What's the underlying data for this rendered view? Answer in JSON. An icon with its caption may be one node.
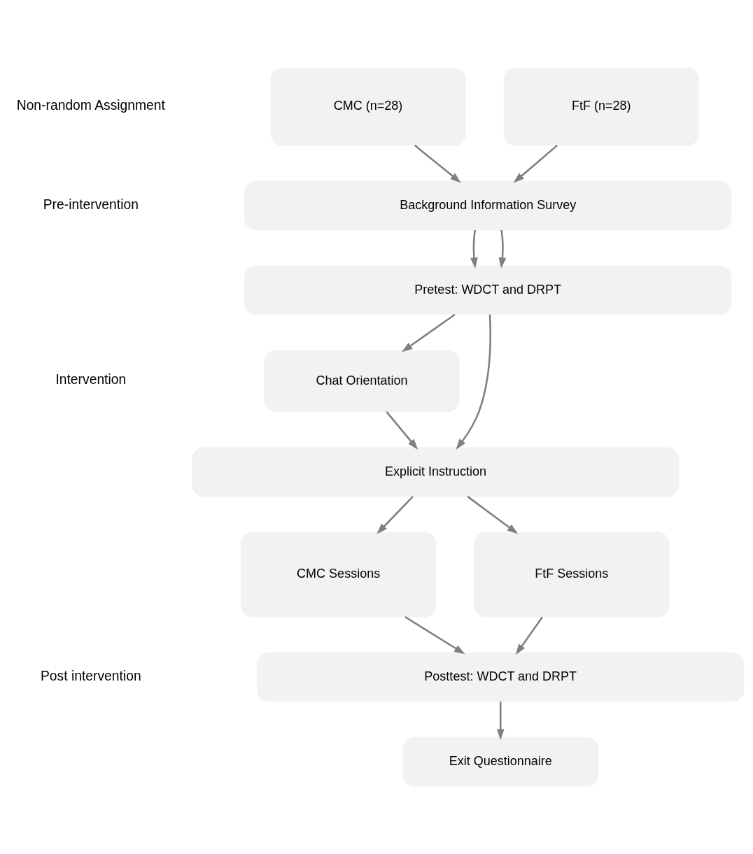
{
  "diagram": {
    "nodes": [
      {
        "text": [
          "CMC (n=28)"
        ]
      },
      {
        "text": [
          "FtF (n=28)"
        ]
      },
      {
        "text": [
          "Background Information Survey"
        ]
      },
      {
        "text": [
          "Pretest: WDCT and DRPT"
        ]
      },
      {
        "text": [
          "Chat Orientation"
        ]
      },
      {
        "text": [
          "Explicit Instruction"
        ]
      },
      {
        "text": [
          "CMC Sessions"
        ]
      },
      {
        "text": [
          "FtF Sessions"
        ]
      },
      {
        "text": [
          "Posttest: WDCT and DRPT"
        ]
      },
      {
        "text": [
          "Exit Questionnaire"
        ]
      }
    ],
    "edges": [
      {
        "from": 0,
        "to": 2,
        "arrow": "to"
      },
      {
        "from": 1,
        "to": 2,
        "arrow": "to"
      },
      {
        "from": 2,
        "to": 3,
        "arrow": "to"
      },
      {
        "from": 2,
        "to": 3,
        "arrow": "to"
      },
      {
        "from": 3,
        "to": 4,
        "arrow": "to"
      },
      {
        "from": 3,
        "to": 5,
        "arrow": "to"
      },
      {
        "from": 4,
        "to": 5,
        "arrow": "to"
      },
      {
        "from": 5,
        "to": 6,
        "arrow": "to"
      },
      {
        "from": 5,
        "to": 7,
        "arrow": "to"
      },
      {
        "from": 6,
        "to": 8,
        "arrow": "to"
      },
      {
        "from": 7,
        "to": 8,
        "arrow": "to"
      },
      {
        "from": 8,
        "to": 9,
        "arrow": "to"
      }
    ],
    "labels": [
      "Non-random Assignment",
      "Pre-intervention",
      "Intervention",
      "Post intervention"
    ]
  }
}
